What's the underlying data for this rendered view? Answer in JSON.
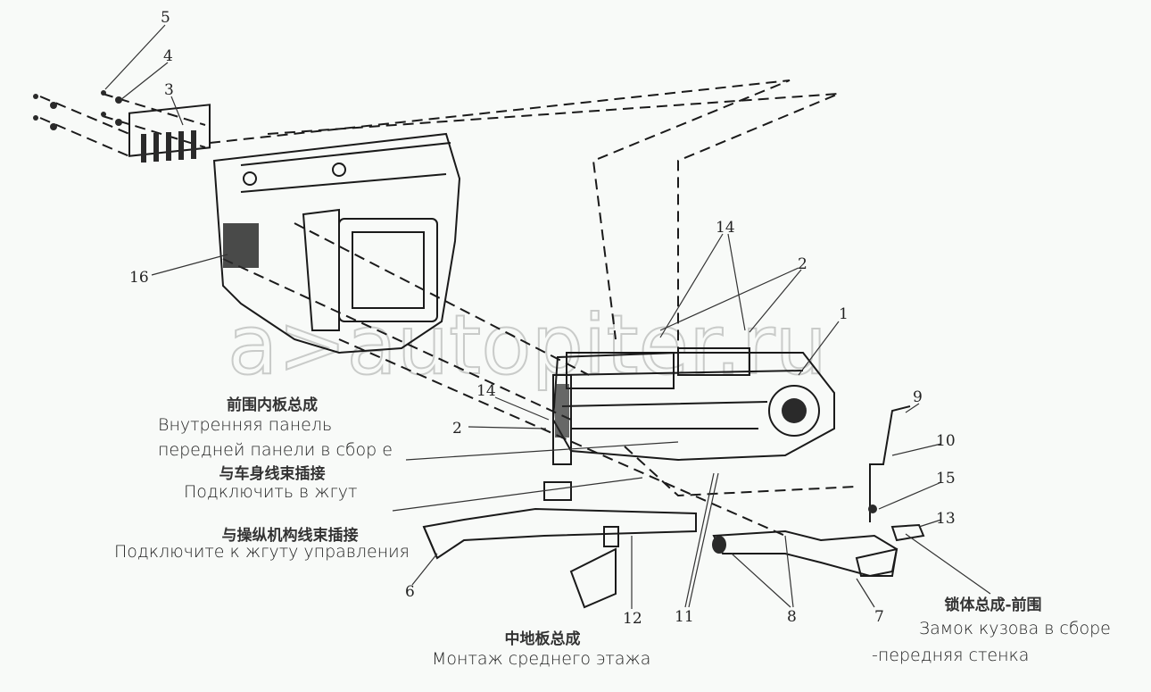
{
  "diagram": {
    "callouts": [
      "5",
      "4",
      "3",
      "16",
      "14",
      "2",
      "1",
      "14",
      "2",
      "9",
      "10",
      "15",
      "13",
      "6",
      "12",
      "11",
      "8",
      "7"
    ],
    "labels": {
      "front_inner_panel_zh": "前围内板总成",
      "front_inner_panel_ru_1": "Внутренняя панель",
      "front_inner_panel_ru_2": "передней панели в сбор е",
      "body_harness_zh": "与车身线束插接",
      "body_harness_ru": "Подключить в жгут",
      "control_harness_zh": "与操纵机构线束插接",
      "control_harness_ru": "Подключите к жгуту управления",
      "middle_floor_zh": "中地板总成",
      "middle_floor_ru": "Монтаж среднего этажа",
      "lock_zh": "锁体总成-前围",
      "lock_ru_1": "Замок кузова в сборе",
      "lock_ru_2": "-передняя стенка"
    },
    "watermark": "a>autopiter.ru"
  }
}
